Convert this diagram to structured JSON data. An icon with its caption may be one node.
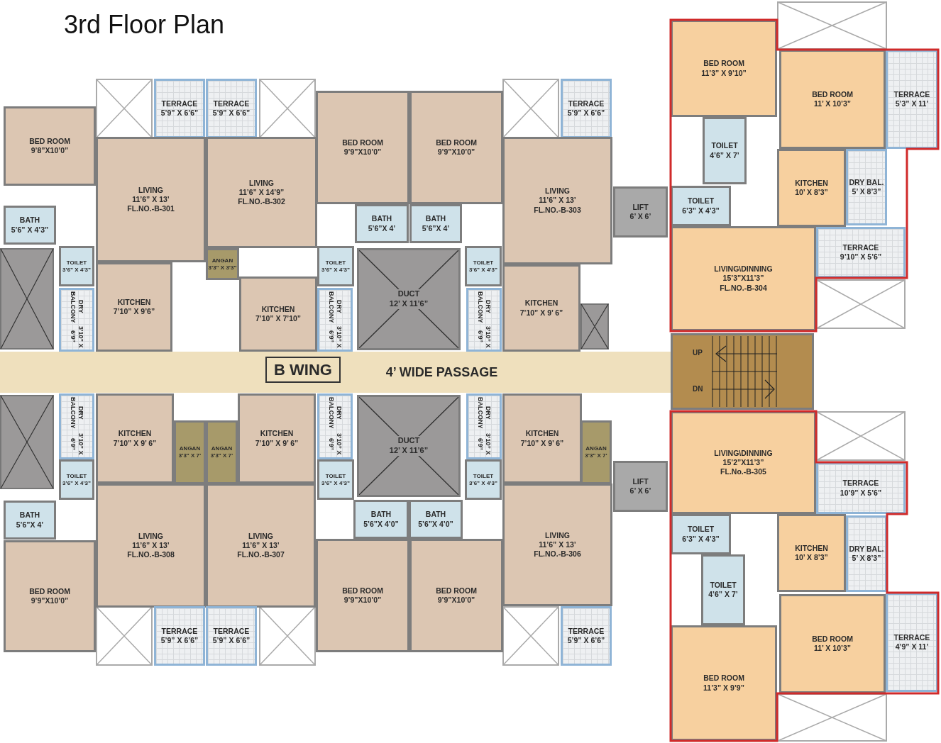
{
  "diagram": {
    "title": "3rd Floor Plan",
    "nodes": [
      {
        "text": [
          "BED ROOM",
          "9’8”X10’0”"
        ]
      },
      {
        "text": [
          "TERRACE",
          "5’9” X 6’6”"
        ]
      },
      {
        "text": [
          "TERRACE",
          "5’9” X 6’6”"
        ]
      },
      {
        "text": [
          "LIVING",
          "11’6” X 13’",
          "FL.NO.-B-301"
        ]
      },
      {
        "text": [
          "BATH",
          "5’6” X 4’3”"
        ]
      },
      {
        "text": [
          "TOILET",
          "3’6” X 4’3”"
        ]
      },
      {
        "text": [
          "DRY BALCONY",
          "3’10” X 6’9”"
        ]
      },
      {
        "text": [
          "KITCHEN",
          "7’10” X 9’6”"
        ]
      },
      {
        "text": [
          "LIVING",
          "11’6” X 14’9”",
          "FL.NO.-B-302"
        ]
      },
      {
        "text": [
          "ANGAN",
          "3’3” X 3’3”"
        ]
      },
      {
        "text": [
          "KITCHEN",
          "7’10” X 7’10”"
        ]
      },
      {
        "text": [
          "BED ROOM",
          "9’9”X10’0”"
        ]
      },
      {
        "text": [
          "BATH",
          "5’6”X 4’"
        ]
      },
      {
        "text": [
          "TOILET",
          "3’6” X 4’3”"
        ]
      },
      {
        "text": [
          "DRY BALCONY",
          "3’10” X 6’9”"
        ]
      },
      {
        "text": [
          "DUCT",
          "12’ X 11’6”"
        ]
      },
      {
        "text": [
          "BED ROOM",
          "9’9”X10’0”"
        ]
      },
      {
        "text": [
          "BATH",
          "5’6”X 4’"
        ]
      },
      {
        "text": [
          "TOILET",
          "3’6” X 4’3”"
        ]
      },
      {
        "text": [
          "DRY BALCONY",
          "3’10” X 6’9”"
        ]
      },
      {
        "text": [
          "TERRACE",
          "5’9” X 6’6”"
        ]
      },
      {
        "text": [
          "LIVING",
          "11’6” X 13’",
          "FL.NO.-B-303"
        ]
      },
      {
        "text": [
          "KITCHEN",
          "7’10” X 9’ 6”"
        ]
      },
      {
        "text": [
          "LIFT",
          "6’ X 6’"
        ]
      },
      {
        "text": [
          "BED ROOM",
          "11’3” X 9’10”"
        ]
      },
      {
        "text": [
          "BED ROOM",
          "11’ X 10’3”"
        ]
      },
      {
        "text": [
          "TERRACE",
          "5’3” X 11’"
        ]
      },
      {
        "text": [
          "TOILET",
          "4’6” X 7’"
        ]
      },
      {
        "text": [
          "KITCHEN",
          "10’ X 8’3”"
        ]
      },
      {
        "text": [
          "DRY BAL.",
          "5’ X 8’3”"
        ]
      },
      {
        "text": [
          "TOILET",
          "6’3” X 4’3”"
        ]
      },
      {
        "text": [
          "TERRACE",
          "9’10” X 5’6”"
        ]
      },
      {
        "text": [
          "LIVING\\DINNING",
          "15’3”X11’3”",
          "FL.NO.-B-304"
        ]
      },
      {
        "text": [
          "UP",
          "DN"
        ]
      },
      {
        "text": [
          "4’ WIDE PASSAGE"
        ]
      },
      {
        "text": [
          "B WING"
        ],
        "in": 34
      },
      {
        "text": [
          "DRY BALCONY",
          "3’10” X 6’9”"
        ]
      },
      {
        "text": [
          "TOILET",
          "3’6” X 4’3”"
        ]
      },
      {
        "text": [
          "KITCHEN",
          "7’10” X 9’ 6”"
        ]
      },
      {
        "text": [
          "ANGAN",
          "3’3” X 7’"
        ]
      },
      {
        "text": [
          "ANGAN",
          "3’3” X 7’"
        ]
      },
      {
        "text": [
          "KITCHEN",
          "7’10” X 9’ 6”"
        ]
      },
      {
        "text": [
          "BATH",
          "5’6”X 4’"
        ]
      },
      {
        "text": [
          "LIVING",
          "11’6” X 13’",
          "FL.NO.-B-308"
        ]
      },
      {
        "text": [
          "LIVING",
          "11’6” X 13’",
          "FL.NO.-B-307"
        ]
      },
      {
        "text": [
          "BED ROOM",
          "9’9”X10’0”"
        ]
      },
      {
        "text": [
          "TERRACE",
          "5’9” X 6’6”"
        ]
      },
      {
        "text": [
          "TERRACE",
          "5’9” X 6’6”"
        ]
      },
      {
        "text": [
          "DRY BALCONY",
          "3’10” X 6’9”"
        ]
      },
      {
        "text": [
          "DUCT",
          "12’ X 11’6”"
        ]
      },
      {
        "text": [
          "DRY BALCONY",
          "3’10” X 6’9”"
        ]
      },
      {
        "text": [
          "TOILET",
          "3’6” X 4’3”"
        ]
      },
      {
        "text": [
          "TOILET",
          "3’6” X 4’3”"
        ]
      },
      {
        "text": [
          "KITCHEN",
          "7’10” X 9’ 6”"
        ]
      },
      {
        "text": [
          "ANGAN",
          "3’3” X 7’"
        ]
      },
      {
        "text": [
          "LIFT",
          "6’ X 6’"
        ]
      },
      {
        "text": [
          "BATH",
          "5’6”X 4’0”"
        ]
      },
      {
        "text": [
          "BATH",
          "5’6”X 4’0”"
        ]
      },
      {
        "text": [
          "LIVING",
          "11’6” X 13’",
          "FL.NO.-B-306"
        ]
      },
      {
        "text": [
          "BED ROOM",
          "9’9”X10’0”"
        ]
      },
      {
        "text": [
          "BED ROOM",
          "9’9”X10’0”"
        ]
      },
      {
        "text": [
          "TERRACE",
          "5’9” X 6’6”"
        ]
      },
      {
        "text": [
          "LIVING\\DINNING",
          "15’2”X11’3”",
          "FL.No.-B-305"
        ]
      },
      {
        "text": [
          "TERRACE",
          "10’9” X 5’6”"
        ]
      },
      {
        "text": [
          "TOILET",
          "6’3” X 4’3”"
        ]
      },
      {
        "text": [
          "KITCHEN",
          "10’ X 8’3”"
        ]
      },
      {
        "text": [
          "DRY BAL.",
          "5’ X 8’3”"
        ]
      },
      {
        "text": [
          "TOILET",
          "4’6” X 7’"
        ]
      },
      {
        "text": [
          "BED ROOM",
          "11’ X 10’3”"
        ]
      },
      {
        "text": [
          "TERRACE",
          "4’9” X 11’"
        ]
      },
      {
        "text": [
          "BED ROOM",
          "11’3” X 9’9”"
        ]
      }
    ]
  }
}
